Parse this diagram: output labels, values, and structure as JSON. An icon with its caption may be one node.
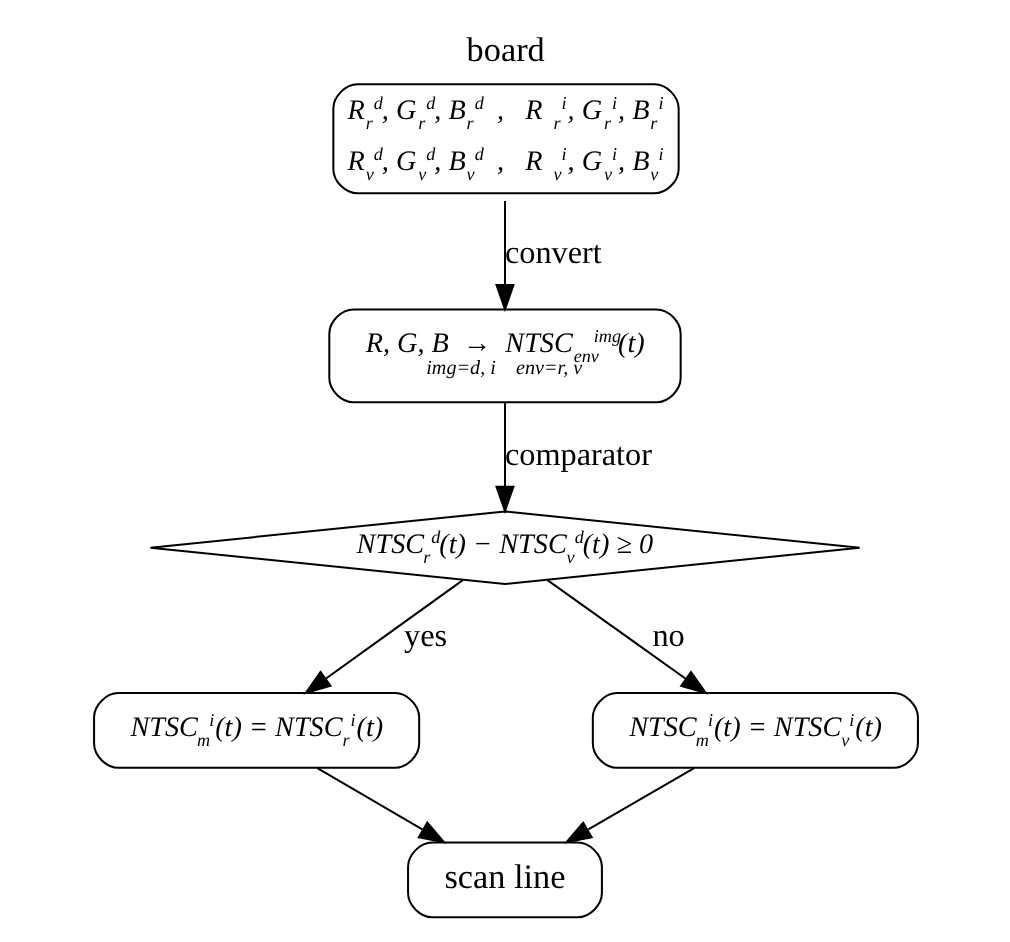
{
  "diagram": {
    "nodes": [
      {
        "text": [
          "board",
          "R$_{r}$$^{d}$, G$_{r}$$^{d}$, B$_{r}$$^{d}$   ,   R$_{r}$$^{i}$, G$_{r}$$^{i}$, B$_{r}$$^{i}$",
          "R$_{v}$$^{d}$, G$_{v}$$^{d}$, B$_{v}$$^{d}$   ,   R$_{v}$$^{i}$, G$_{v}$$^{i}$, B$_{v}$$^{i}$"
        ]
      },
      {
        "text": [
          "R, G, B  →  NTSC$_{env}$$^{img}$(t)",
          "img=d, i    env=r, v"
        ]
      },
      {
        "text": [
          "NTSC$_{r}$$^{d}$(t) − NTSC$_{v}$$^{d}$(t) ≥ 0"
        ]
      },
      {
        "text": [
          "NTSC$_{m}$$^{i}$(t) = NTSC$_{r}$$^{i}$(t)"
        ]
      },
      {
        "text": [
          "NTSC$_{m}$$^{i}$(t) = NTSC$_{v}$$^{i}$(t)"
        ]
      },
      {
        "text": [
          "scan line"
        ]
      }
    ],
    "edges": [
      {
        "from": 0,
        "to": 1,
        "arrow": "to",
        "label": "convert"
      },
      {
        "from": 1,
        "to": 2,
        "arrow": "to",
        "label": "comparator"
      },
      {
        "from": 2,
        "to": 3,
        "arrow": "to",
        "label": "yes"
      },
      {
        "from": 2,
        "to": 4,
        "arrow": "to",
        "label": "no"
      },
      {
        "from": 3,
        "to": 5,
        "arrow": "to"
      },
      {
        "from": 4,
        "to": 5,
        "arrow": "to"
      }
    ]
  }
}
